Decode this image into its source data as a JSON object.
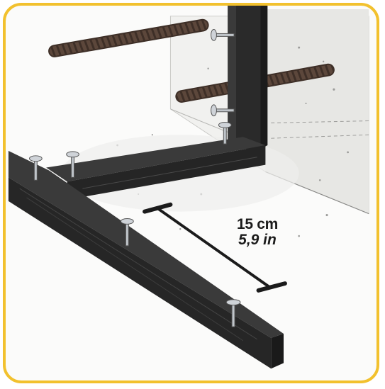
{
  "illustration": {
    "subject": "wood-form-with-rebar-and-nails",
    "accent_border_color": "#f2c12e",
    "board_color": "#2a2a2a",
    "rebar_color": "#5a4438"
  },
  "measurement": {
    "metric": "15 cm",
    "imperial": "5,9 in"
  }
}
